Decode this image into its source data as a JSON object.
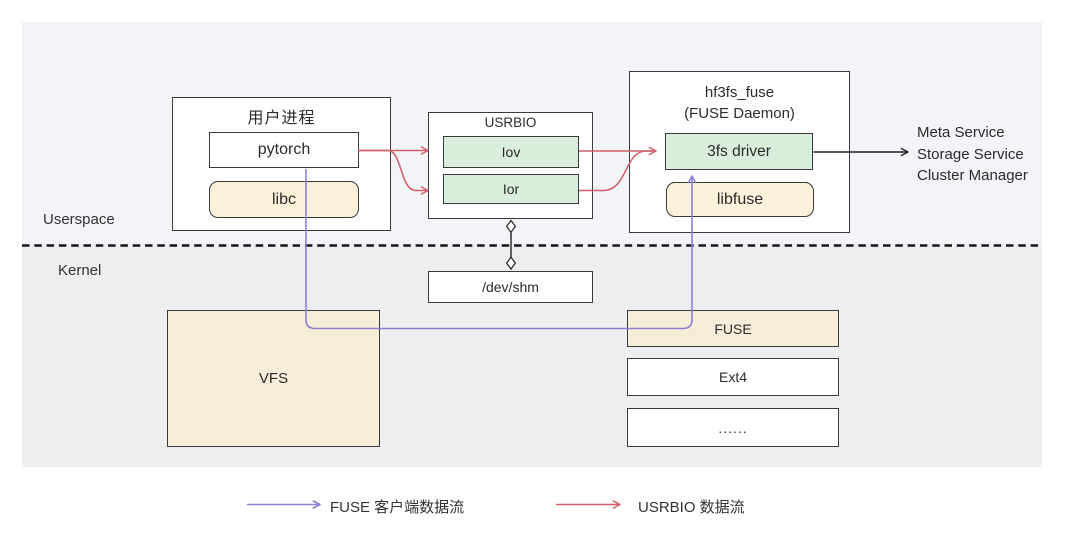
{
  "colors": {
    "fuse_flow_purple": "#8f80d6",
    "usrbio_flow_red": "#d15f68",
    "green_fill": "#daeedc",
    "tan_fill": "#faf1da",
    "vfs_tan_fill": "#f5edd8",
    "userspace_bg": "#f3f4f8",
    "kernel_bg": "#edeef0"
  },
  "regions": {
    "userspace": "Userspace",
    "kernel": "Kernel"
  },
  "nodes": {
    "user_process_title": "用户进程",
    "pytorch": "pytorch",
    "libc": "libc",
    "usrbio_title": "USRBIO",
    "iov": "Iov",
    "ior": "Ior",
    "hf3fs_title_line1": "hf3fs_fuse",
    "hf3fs_title_line2": "(FUSE Daemon)",
    "driver_3fs": "3fs driver",
    "libfuse": "libfuse",
    "dev_shm": "/dev/shm",
    "vfs": "VFS",
    "fuse": "FUSE",
    "ext4": "Ext4",
    "dots": "......"
  },
  "external_services": {
    "line1": "Meta Service",
    "line2": "Storage Service",
    "line3": "Cluster Manager"
  },
  "legend": {
    "fuse_flow_label": "FUSE 客户端数据流",
    "usrbio_flow_label": "USRBIO 数据流"
  }
}
